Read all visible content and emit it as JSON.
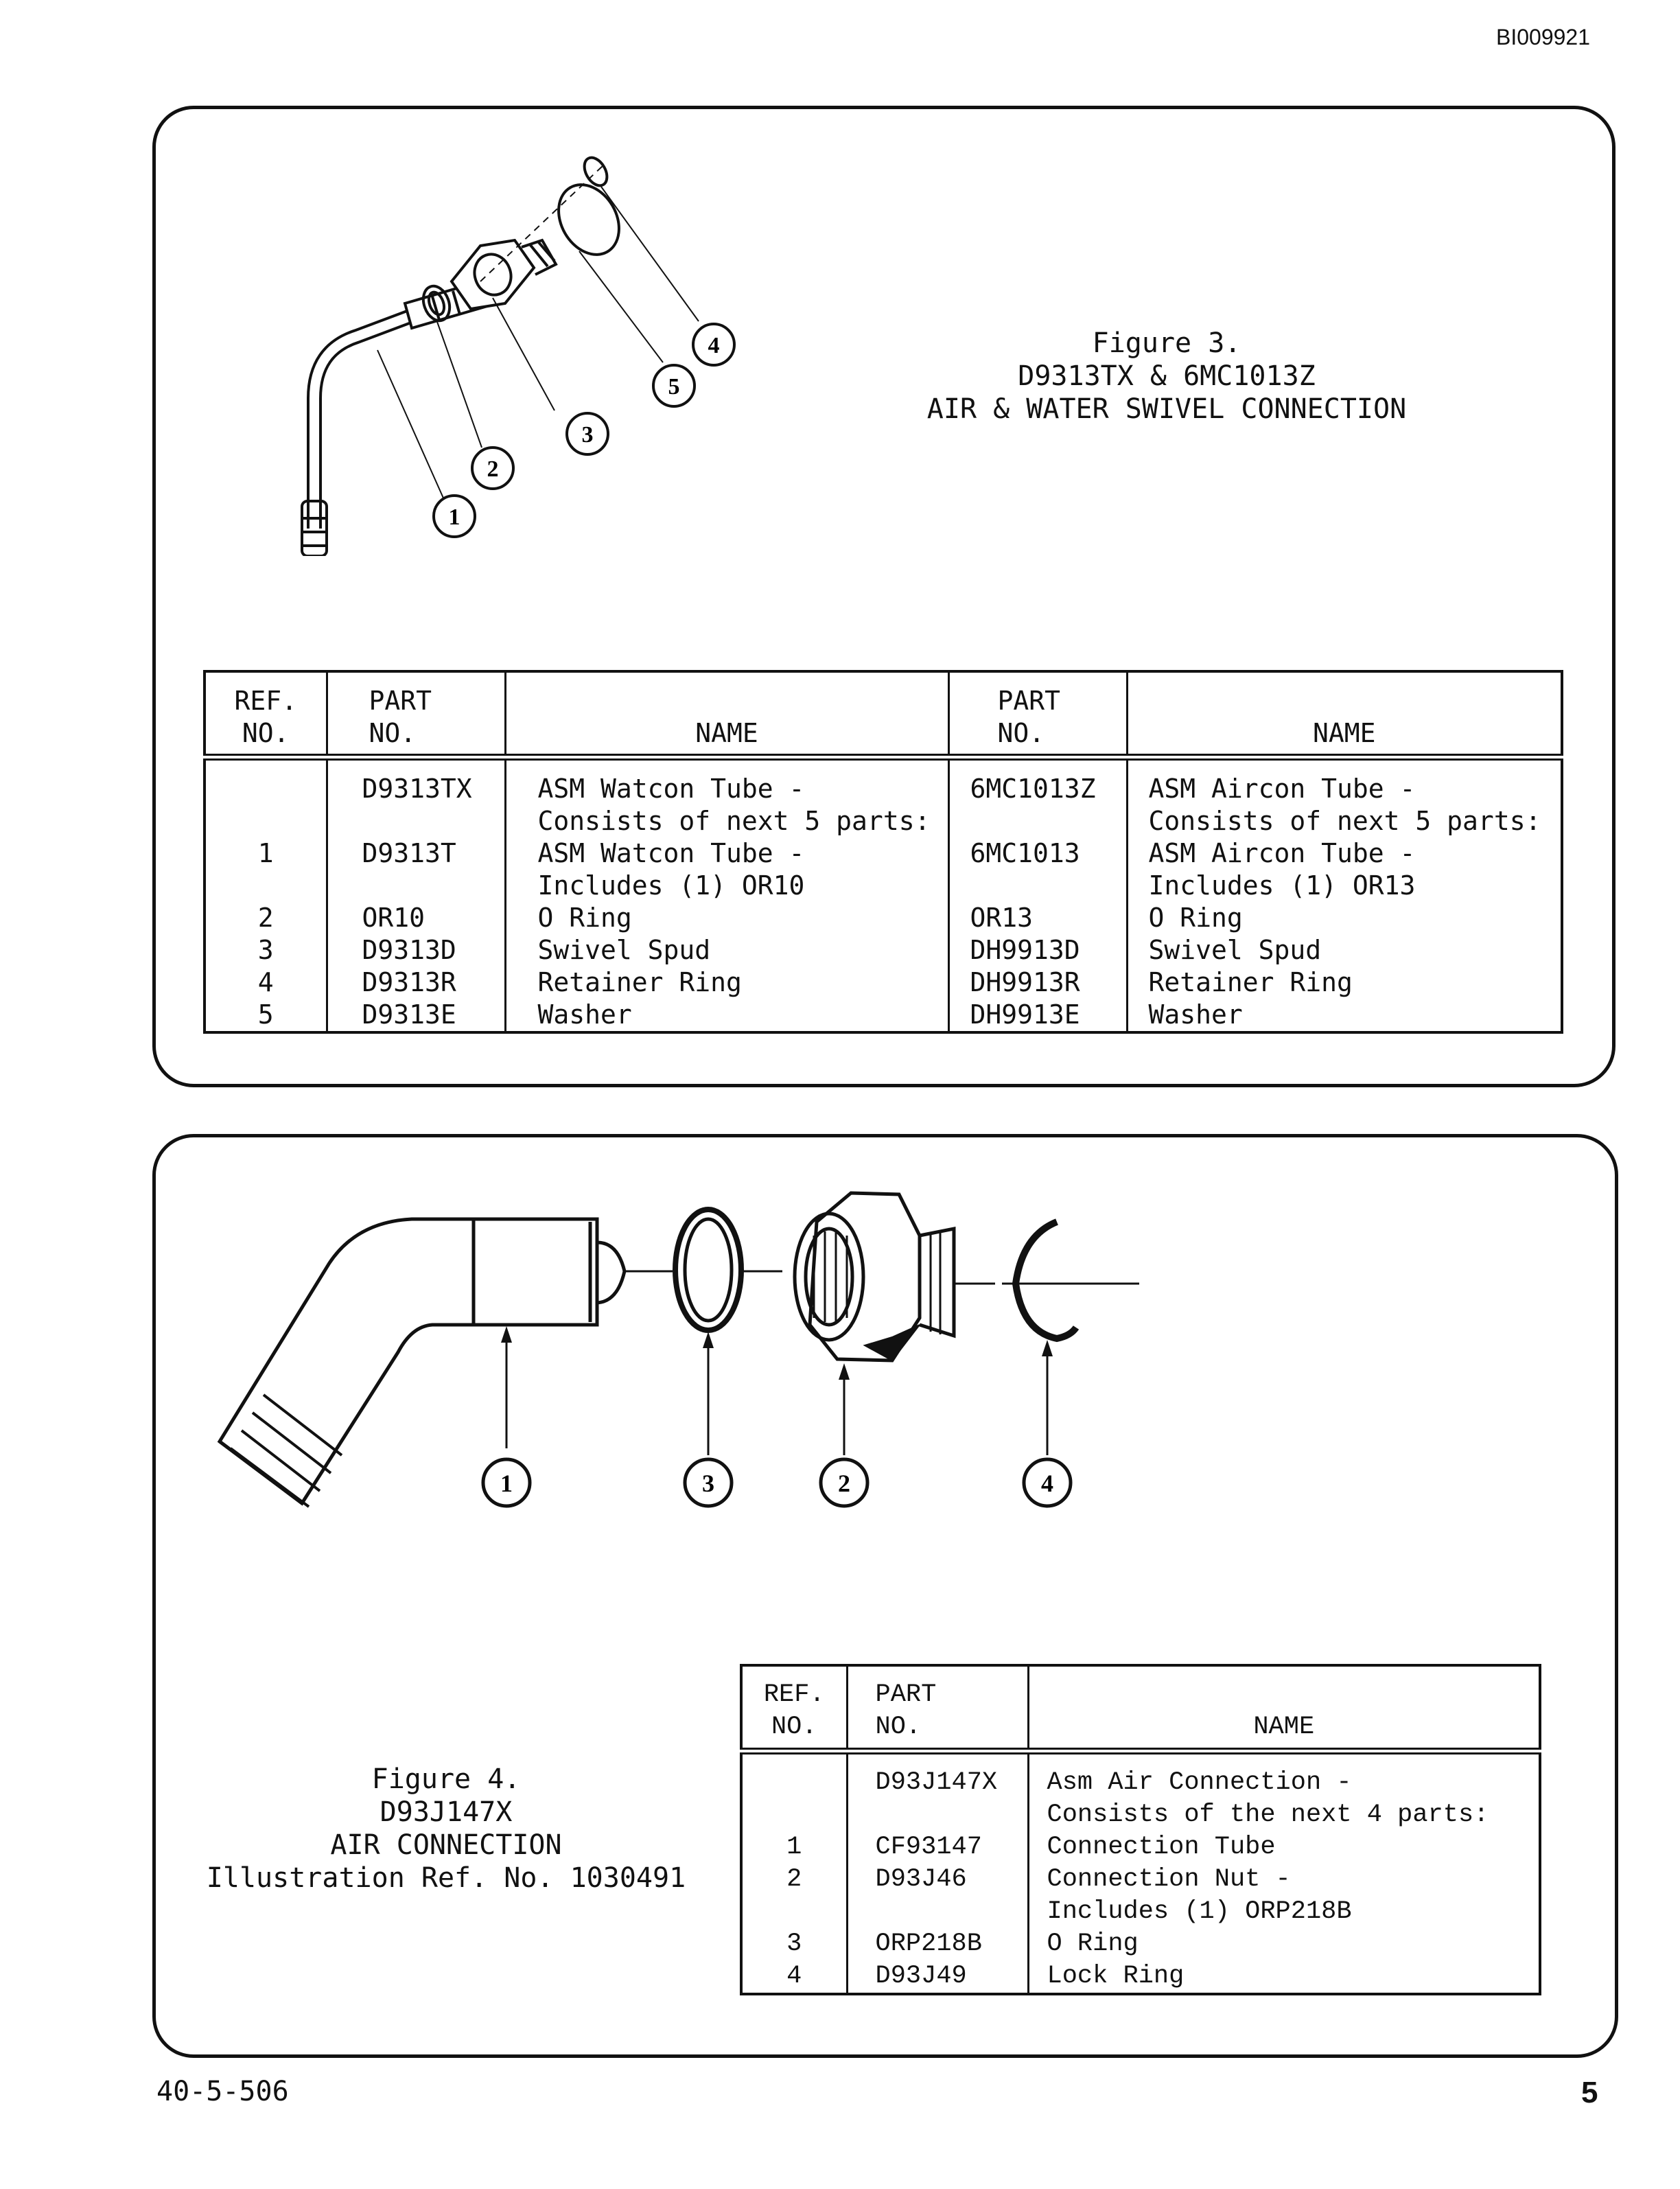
{
  "page": {
    "doc_id": "BI009921",
    "footer_code": "40-5-506",
    "page_number": "5"
  },
  "figure3": {
    "caption": [
      "Figure 3.",
      "D9313TX & 6MC1013Z",
      "AIR & WATER SWIVEL CONNECTION"
    ],
    "callouts": [
      "1",
      "2",
      "3",
      "5",
      "4"
    ],
    "table": {
      "headers": {
        "ref": [
          "REF.",
          "NO."
        ],
        "part": [
          "PART",
          "NO."
        ],
        "name": [
          "NAME"
        ],
        "part2": [
          "PART",
          "NO."
        ],
        "name2": [
          "NAME"
        ]
      },
      "rows": [
        {
          "ref": "",
          "part": "D9313TX",
          "name": [
            "ASM  Watcon Tube -",
            "Consists of next 5 parts:"
          ],
          "part2": "6MC1013Z",
          "name2": [
            "ASM Aircon Tube -",
            "Consists of next 5 parts:"
          ]
        },
        {
          "ref": "1",
          "part": "D9313T",
          "name": [
            "ASM Watcon Tube -",
            "Includes (1) OR10"
          ],
          "part2": "6MC1013",
          "name2": [
            "ASM Aircon Tube -",
            "Includes (1) OR13"
          ]
        },
        {
          "ref": "2",
          "part": "OR10",
          "name": [
            "O Ring"
          ],
          "part2": "OR13",
          "name2": [
            "O Ring"
          ]
        },
        {
          "ref": "3",
          "part": "D9313D",
          "name": [
            "Swivel Spud"
          ],
          "part2": "DH9913D",
          "name2": [
            "Swivel Spud"
          ]
        },
        {
          "ref": "4",
          "part": "D9313R",
          "name": [
            "Retainer Ring"
          ],
          "part2": "DH9913R",
          "name2": [
            "Retainer Ring"
          ]
        },
        {
          "ref": "5",
          "part": "D9313E",
          "name": [
            "Washer"
          ],
          "part2": "DH9913E",
          "name2": [
            "Washer"
          ]
        }
      ]
    }
  },
  "figure4": {
    "caption": [
      "Figure 4.",
      "D93J147X",
      "AIR CONNECTION",
      "Illustration Ref. No. 1030491"
    ],
    "callouts": [
      "1",
      "3",
      "2",
      "4"
    ],
    "table": {
      "headers": {
        "ref": [
          "REF.",
          "NO."
        ],
        "part": [
          "PART",
          "NO."
        ],
        "name": [
          "NAME"
        ]
      },
      "rows": [
        {
          "ref": "",
          "part": "D93J147X",
          "name": [
            "Asm Air Connection -",
            "Consists of the next 4 parts:"
          ]
        },
        {
          "ref": "1",
          "part": "CF93147",
          "name": [
            "Connection Tube"
          ]
        },
        {
          "ref": "2",
          "part": "D93J46",
          "name": [
            "Connection Nut -",
            "Includes (1) ORP218B"
          ]
        },
        {
          "ref": "3",
          "part": "ORP218B",
          "name": [
            "O Ring"
          ]
        },
        {
          "ref": "4",
          "part": "D93J49",
          "name": [
            "Lock Ring"
          ]
        }
      ]
    }
  }
}
